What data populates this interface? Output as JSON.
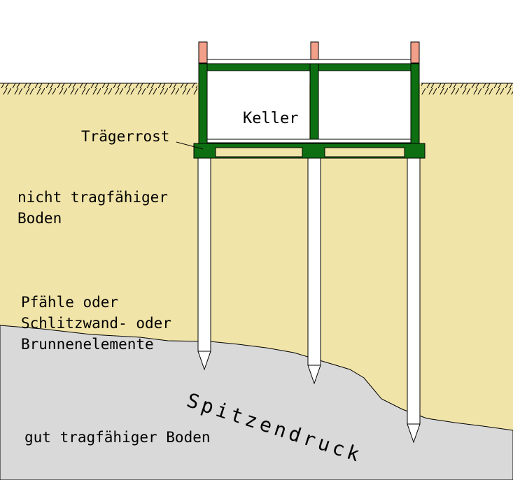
{
  "labels": {
    "keller": "Keller",
    "traegerrost": "Trägerrost",
    "weak_soil_line1": "nicht tragfähiger",
    "weak_soil_line2": "Boden",
    "piles_line1": "Pfähle oder",
    "piles_line2": "Schlitzwand- oder",
    "piles_line3": "Brunnenelemente",
    "tip_pressure": "Spitzendruck",
    "strong_soil": "gut tragfähiger Boden"
  },
  "colors": {
    "sky": "#ffffff",
    "weak_soil": "#f1e4a8",
    "strong_soil": "#d9d9d9",
    "structure": "#0e6f12",
    "column_top": "#f3a08a",
    "pile": "#ffffff",
    "outline": "#000000"
  }
}
